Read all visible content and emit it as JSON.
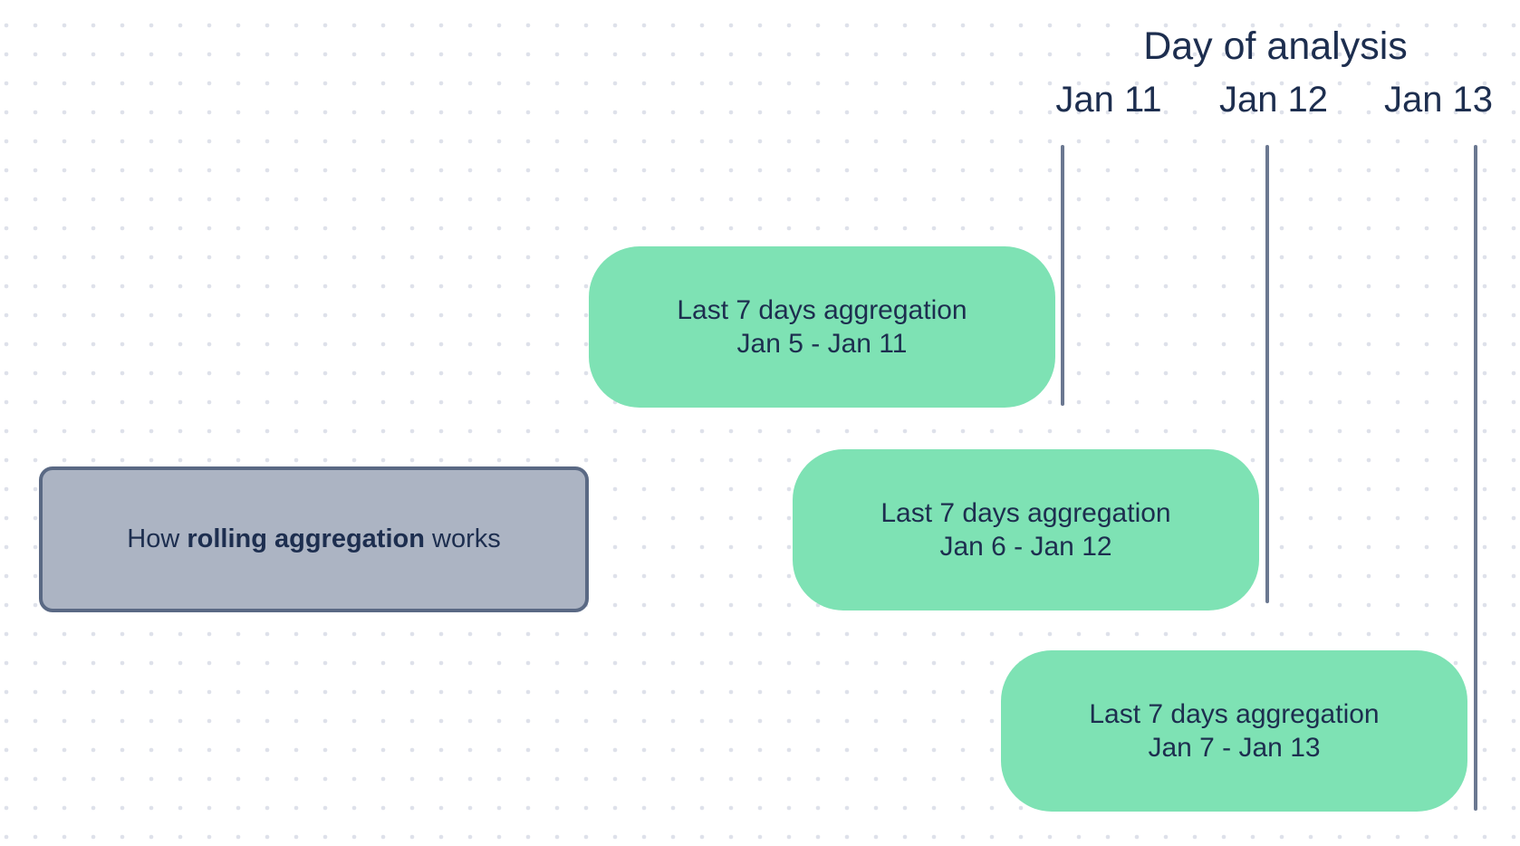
{
  "header": {
    "title": "Day of analysis",
    "dates": [
      {
        "label": "Jan 11"
      },
      {
        "label": "Jan 12"
      },
      {
        "label": "Jan 13"
      }
    ]
  },
  "aggregation_boxes": [
    {
      "line1": "Last 7 days aggregation",
      "line2": "Jan 5 - Jan 11"
    },
    {
      "line1": "Last 7 days aggregation",
      "line2": "Jan 6 - Jan 12"
    },
    {
      "line1": "Last 7 days aggregation",
      "line2": "Jan 7 - Jan 13"
    }
  ],
  "title_box": {
    "prefix": "How ",
    "bold": "rolling aggregation",
    "suffix": " works"
  },
  "colors": {
    "background": "#ffffff",
    "dot_grid": "#dee1ea",
    "text": "#1d2e4f",
    "aggregation_box_fill": "#7ee2b4",
    "title_box_fill": "#acb4c3",
    "title_box_border": "#5a6984",
    "analysis_line": "#6b7891"
  }
}
